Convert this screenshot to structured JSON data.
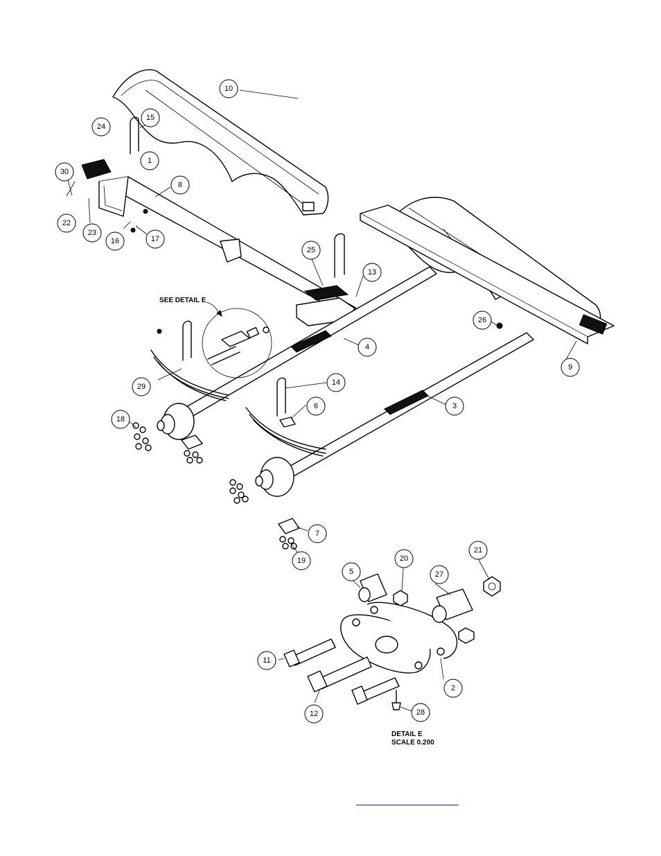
{
  "callouts": [
    "1",
    "2",
    "3",
    "4",
    "5",
    "6",
    "7",
    "8",
    "9",
    "10",
    "11",
    "12",
    "13",
    "14",
    "15",
    "16",
    "17",
    "18",
    "19",
    "20",
    "21",
    "22",
    "23",
    "24",
    "25",
    "26",
    "27",
    "28",
    "29",
    "30"
  ],
  "notes": {
    "see_detail": "SEE DETAIL  E",
    "detail_title": "DETAIL  E",
    "detail_scale": "SCALE  0.200"
  },
  "footer": {
    "link_text": ""
  },
  "colors": {
    "ink": "#000000",
    "paper": "#ffffff",
    "link": "#1a1aff"
  }
}
